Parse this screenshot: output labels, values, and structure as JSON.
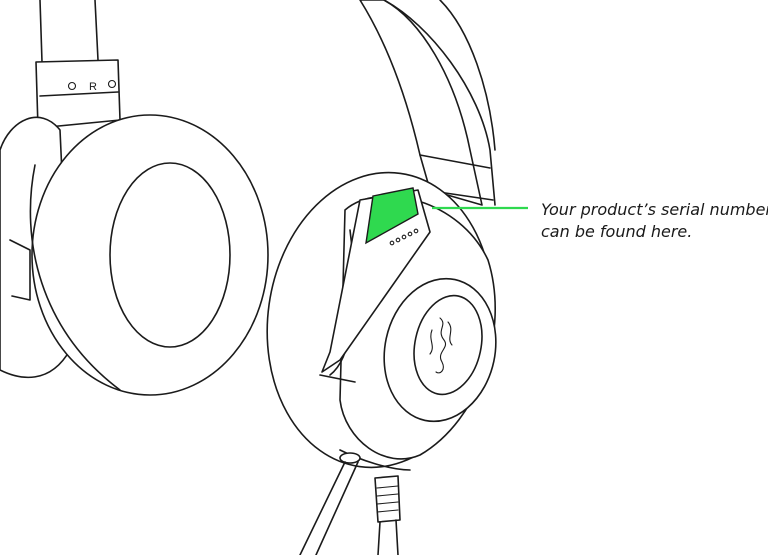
{
  "side_marker": "R",
  "callout": {
    "line1": "Your product’s serial number",
    "line2": "can be found here."
  },
  "colors": {
    "highlight": "#2fd94f",
    "leader_line": "#2fd94f",
    "ink": "#1b1b1b"
  },
  "icons": {
    "logo": "triple-headed-snake-logo"
  }
}
